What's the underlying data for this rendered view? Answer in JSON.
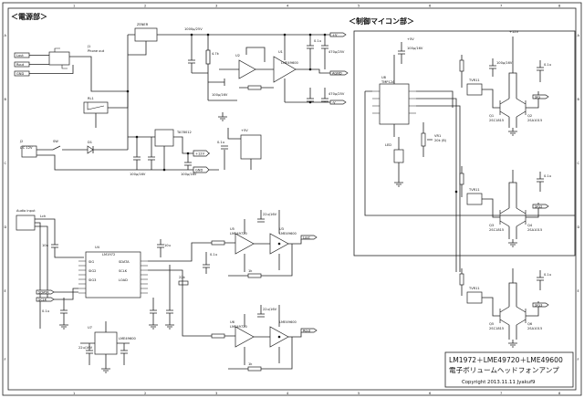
{
  "frame": {
    "top_numbers": [
      "1",
      "2",
      "3",
      "4",
      "5",
      "6",
      "7",
      "8"
    ],
    "bottom_numbers": [
      "1",
      "2",
      "3",
      "4",
      "5",
      "6",
      "7",
      "8"
    ],
    "side_letters": [
      "A",
      "B",
      "C",
      "D",
      "E",
      "F"
    ]
  },
  "sections": {
    "power": "＜電源部＞",
    "control": "＜制御マイコン部＞"
  },
  "title_block": {
    "line1": "LM1972＋LME49720＋LME49600",
    "line2": "電子ボリュームヘッドフォンアンプ",
    "copyright": "Copyright 2013.11.11 Jyakuf9"
  },
  "labels": {
    "u1": "U1",
    "u1_part": "LME49600",
    "u2": "U2",
    "u2_part": "LME49600",
    "u3": "U3",
    "u3_part": "LME49600",
    "u4": "U4",
    "u4_part": "LM1972",
    "u5": "U5",
    "u5_part": "LME49720",
    "u6": "U6",
    "u6_part": "LME49720",
    "u7": "U7",
    "u7_part": "LME49600",
    "u8": "U8",
    "u8_part": "TMP12A",
    "q1": "Q1",
    "q2": "Q2",
    "q3": "Q3",
    "q4": "Q4",
    "q5": "Q5",
    "q6": "Q6",
    "q_part_a": "2SC1815",
    "q_part_b": "2SA1015",
    "tvr": "TVR11",
    "tvr2": "TVR11",
    "reg": "TA78012",
    "bridge": "ZENER",
    "jack": "Phone out",
    "jack_id": "J1",
    "dc_in": "DC 12V",
    "dc_id": "J2",
    "audio_in": "Audio input",
    "pwr_plus": "+V",
    "pwr_minus": "-V",
    "gnd": "GND",
    "plus12": "+12V",
    "plus5": "+5V",
    "agnd": "AGND",
    "sw": "SW",
    "lout": "Lout",
    "rout": "Rout",
    "lch": "Lch",
    "rch": "Rch",
    "cap_1000": "1000μ/25V",
    "cap_470": "470μ/25V",
    "cap_100": "100μ/16V",
    "cap_22": "22u/16V",
    "cap_01": "0.1u",
    "cap_10": "10u",
    "res_47k": "4.7k",
    "res_10k": "10k",
    "res_1k": "1k",
    "res_22k": "22k",
    "res_100": "100",
    "vr": "VR1",
    "vr_val": "20k (B)",
    "led": "LED",
    "dl": "D1",
    "rl": "RL1",
    "sdata": "SDATA",
    "sclk": "SCLK",
    "load": "LOAD",
    "sig": "SIG",
    "sig2": "SIG2",
    "sig3": "SIG3"
  }
}
